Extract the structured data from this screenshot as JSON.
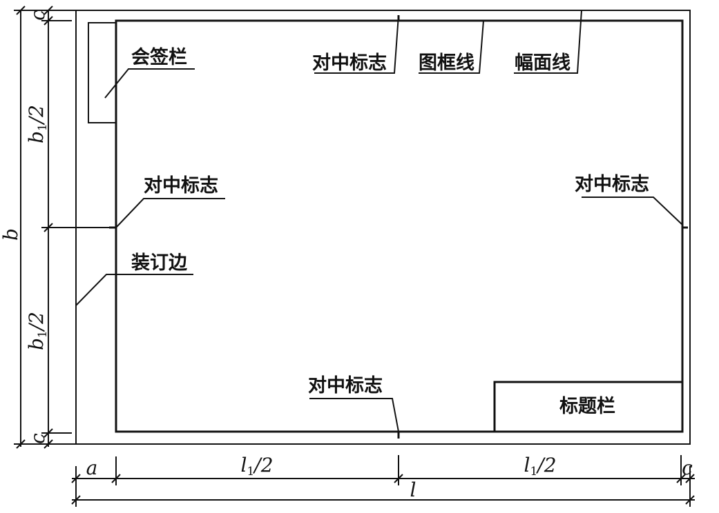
{
  "labels": {
    "countersign_block": "会签栏",
    "centering_mark_top": "对中标志",
    "frame_line": "图框线",
    "sheet_edge_line": "幅面线",
    "centering_mark_left": "对中标志",
    "centering_mark_right": "对中标志",
    "binding_edge": "装订边",
    "centering_mark_bottom": "对中标志",
    "title_block": "标题栏"
  },
  "dimensions": {
    "c": "c",
    "b": "b",
    "b1_letter": "b",
    "b1_sub": "1",
    "b1_suffix": "/2",
    "a": "a",
    "l1_letter": "l",
    "l1_sub": "1",
    "l1_suffix": "/2",
    "l": "l"
  }
}
